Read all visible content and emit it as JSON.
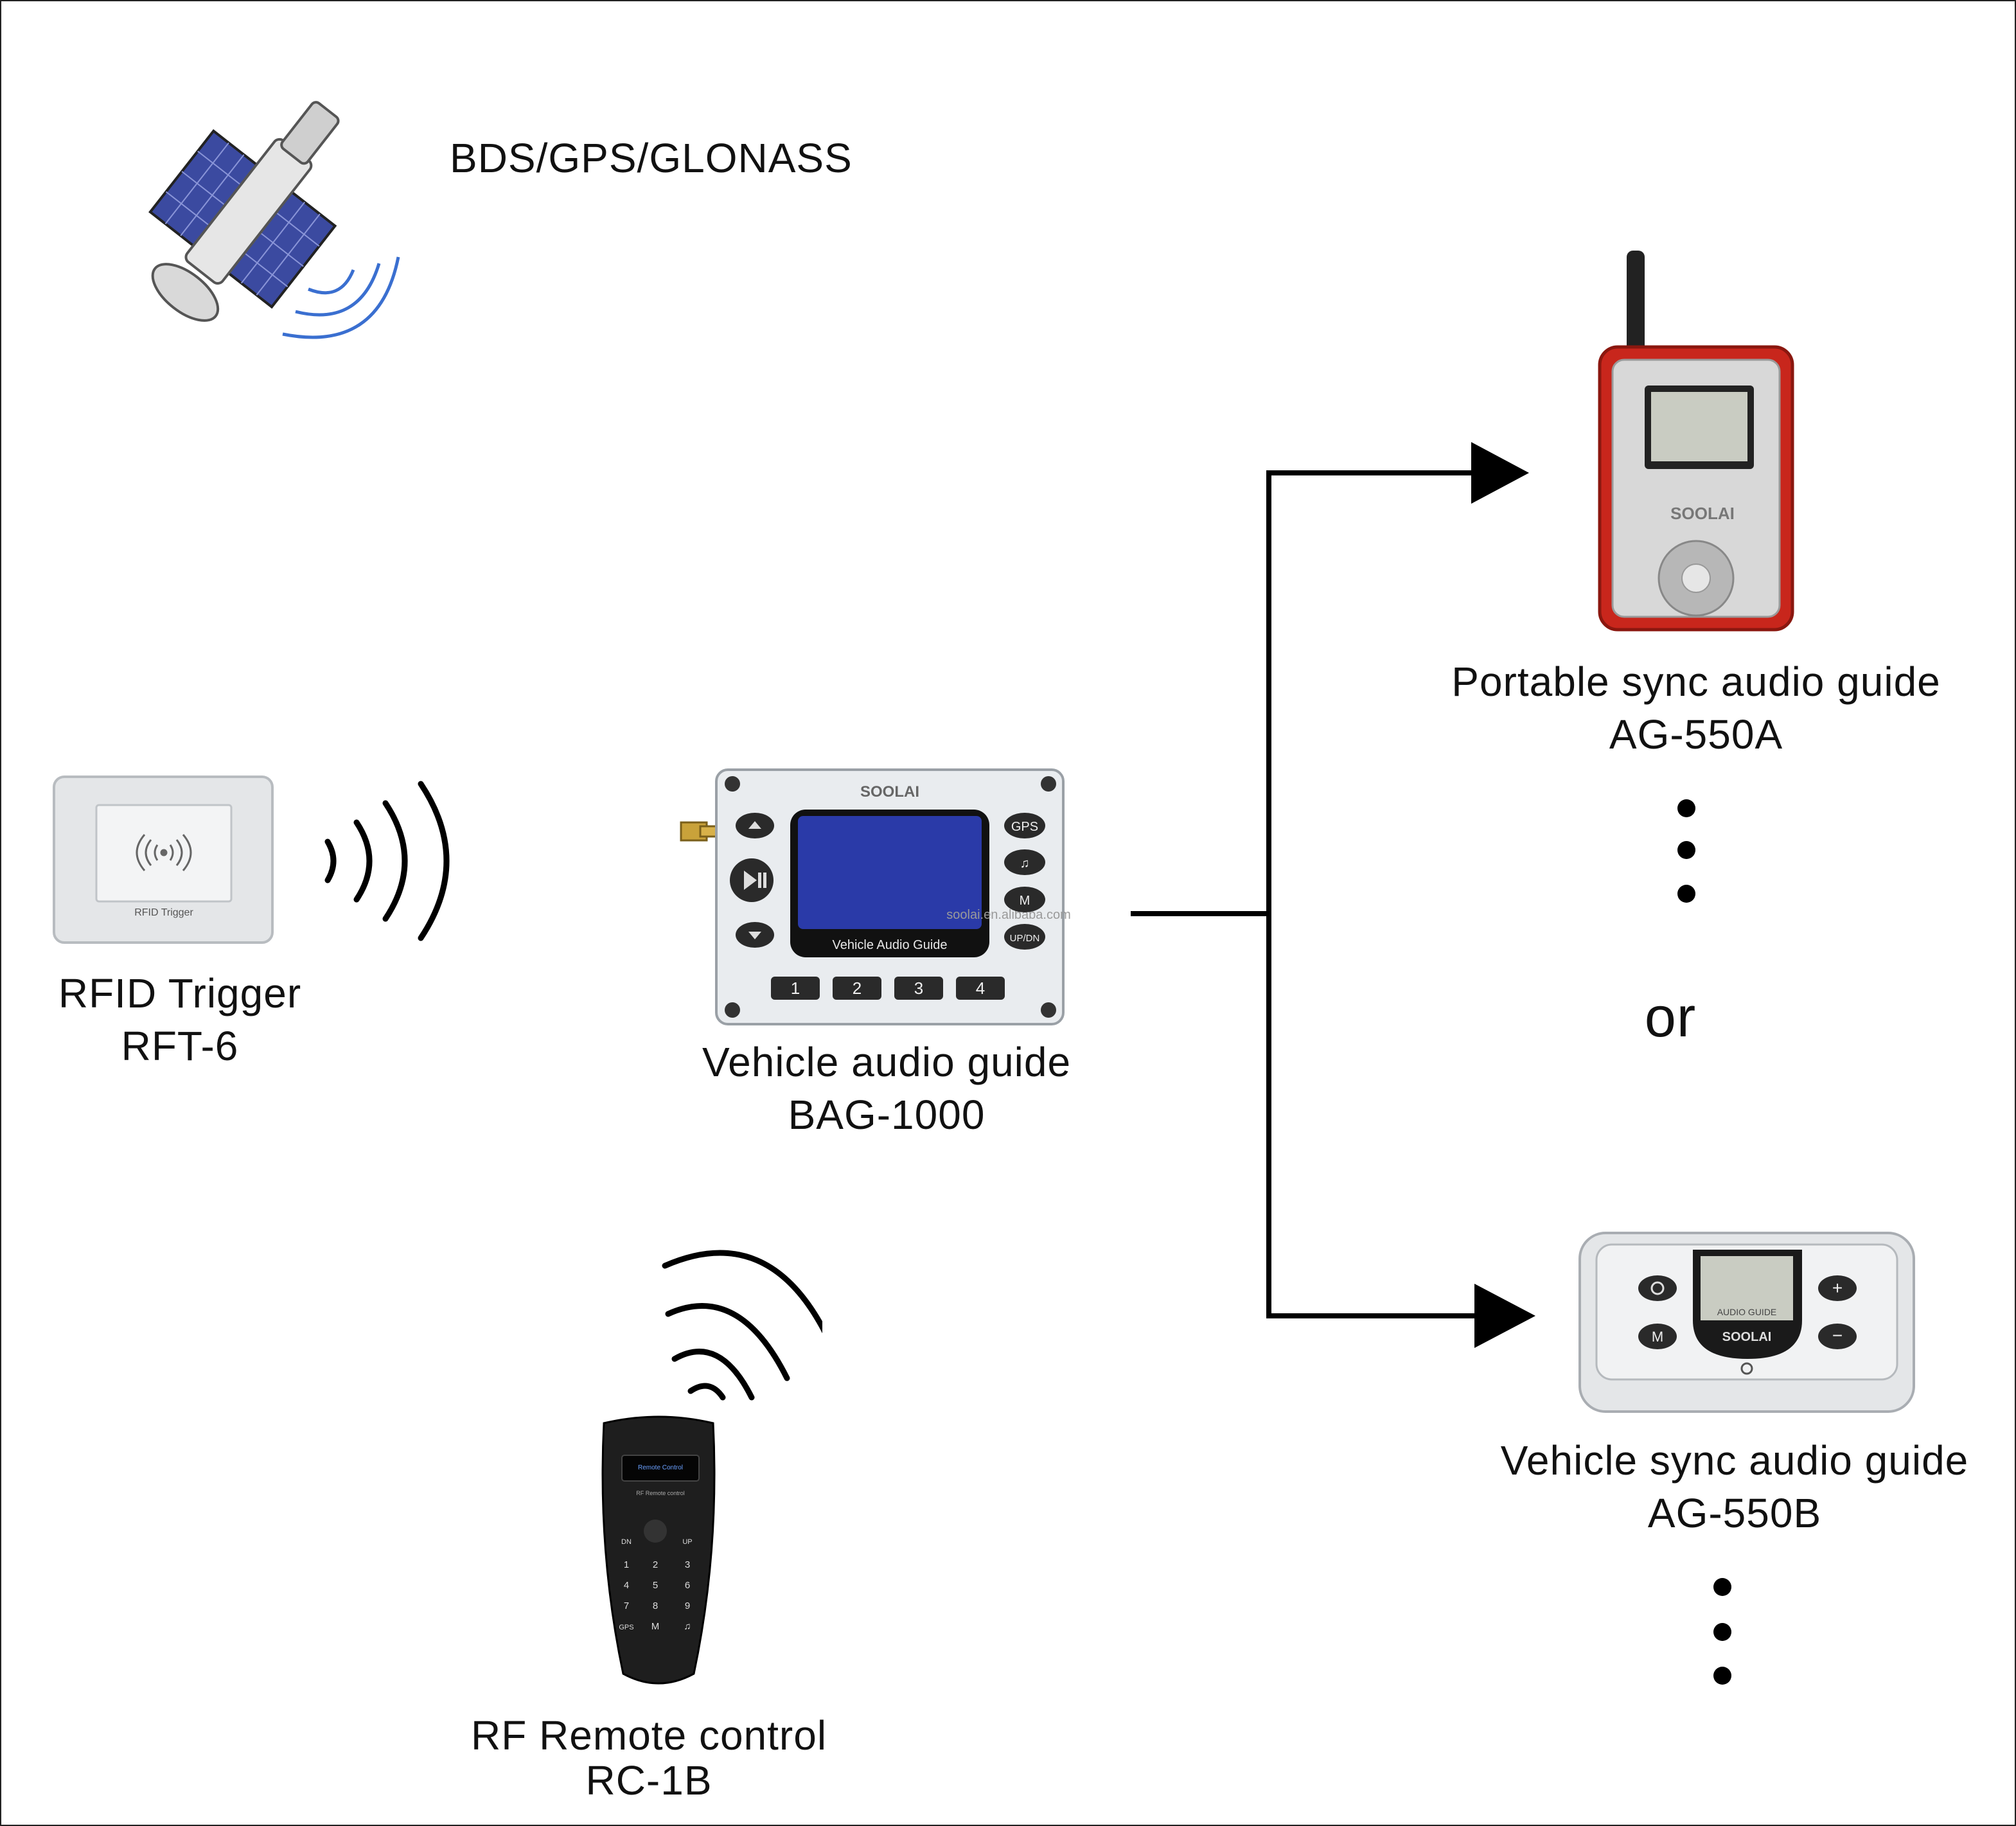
{
  "satellite": {
    "label": "BDS/GPS/GLONASS",
    "icon": "satellite-icon"
  },
  "rfid_trigger": {
    "name": "RFID Trigger",
    "model": "RFT-6",
    "device_caption": "RFID Trigger",
    "icon": "rfid-symbol-icon"
  },
  "vehicle_guide": {
    "name": "Vehicle audio guide",
    "model": "BAG-1000",
    "brand": "SOOLAI",
    "screen_caption": "Vehicle Audio Guide",
    "watermark": "soolai.en.alibaba.com",
    "buttons": [
      "1",
      "2",
      "3",
      "4"
    ],
    "side_buttons": [
      "GPS",
      "♫",
      "M",
      "UP/DN"
    ]
  },
  "portable_guide": {
    "name": "Portable sync audio guide",
    "model": "AG-550A",
    "brand": "SOOLAI"
  },
  "separator": "or",
  "vehicle_sync_guide": {
    "name": "Vehicle sync audio guide",
    "model": "AG-550B",
    "brand": "SOOLAI",
    "screen_caption": "AUDIO GUIDE",
    "side_buttons": [
      "M"
    ]
  },
  "remote": {
    "name": "RF Remote control",
    "model": "RC-1B",
    "screen_text": "Remote Control",
    "subtitle": "RF Remote control",
    "keys": [
      "DN",
      "UP",
      "1",
      "2",
      "3",
      "4",
      "5",
      "6",
      "7",
      "8",
      "9",
      "GPS",
      "M",
      "♫"
    ]
  },
  "colors": {
    "line": "#000000",
    "lcd_blue": "#2a3aa8",
    "portable_red": "#c8261c",
    "panel_white": "#e9ecef",
    "solar_panel": "#3b4aa0"
  }
}
